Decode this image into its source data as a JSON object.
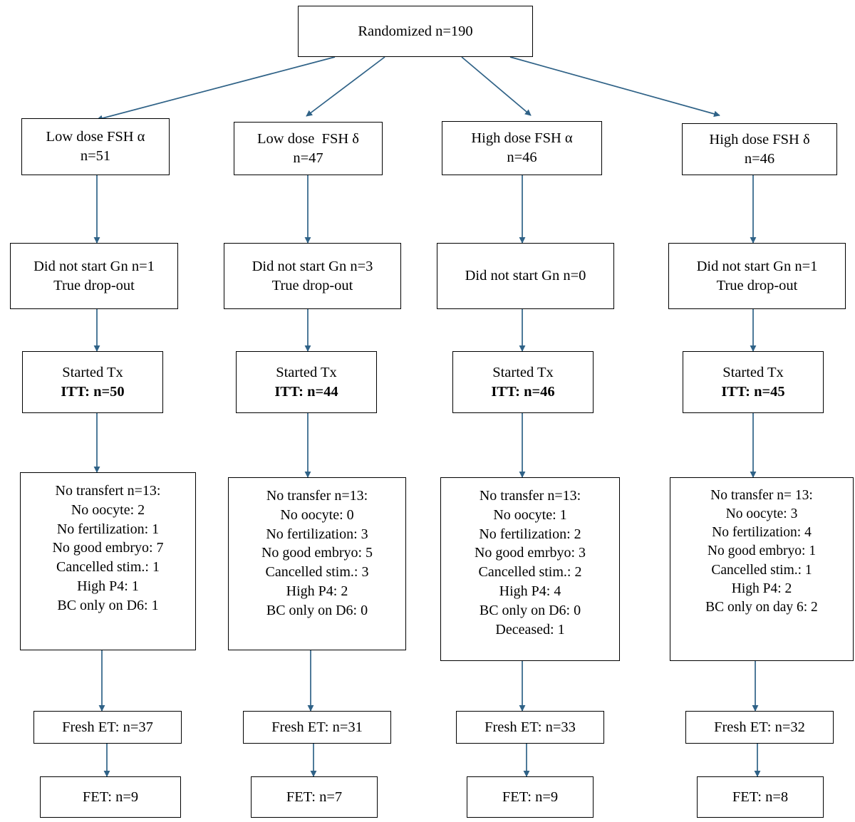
{
  "diagram": {
    "title": "CONSORT-style randomized trial flow diagram",
    "edge_color": "#2f6287",
    "box_border_color": "#000000",
    "background": "#ffffff"
  },
  "root": {
    "label": "Randomized n=190",
    "lines": [
      "Randomized n=190"
    ]
  },
  "arms": [
    {
      "id": "low-fsh-alpha",
      "group": {
        "lines": [
          "Low dose FSH α",
          "n=51"
        ]
      },
      "not_started": {
        "lines": [
          "Did not start Gn n=1",
          "True drop-out"
        ]
      },
      "started": {
        "lines": [
          "Started Tx",
          "ITT: n=50"
        ],
        "bold_lines": [
          1
        ]
      },
      "no_transfer": {
        "lines": [
          "No transfert n=13:",
          "No oocyte: 2",
          "No fertilization: 1",
          "No good embryo: 7",
          "Cancelled stim.: 1",
          "High P4: 1",
          "BC only on D6: 1"
        ]
      },
      "fresh_et": {
        "lines": [
          "Fresh ET: n=37"
        ]
      },
      "fet": {
        "lines": [
          "FET: n=9"
        ]
      }
    },
    {
      "id": "low-fsh-delta",
      "group": {
        "lines": [
          "Low dose  FSH δ",
          "n=47"
        ]
      },
      "not_started": {
        "lines": [
          "Did not start Gn n=3",
          "True drop-out"
        ]
      },
      "started": {
        "lines": [
          "Started Tx",
          "ITT: n=44"
        ],
        "bold_lines": [
          1
        ]
      },
      "no_transfer": {
        "lines": [
          "No transfer n=13:",
          "No oocyte: 0",
          "No fertilization: 3",
          "No good embryo: 5",
          "Cancelled stim.: 3",
          "High P4: 2",
          "BC only on D6: 0"
        ]
      },
      "fresh_et": {
        "lines": [
          "Fresh ET: n=31"
        ]
      },
      "fet": {
        "lines": [
          "FET: n=7"
        ]
      }
    },
    {
      "id": "high-fsh-alpha",
      "group": {
        "lines": [
          "High dose FSH α",
          "n=46"
        ]
      },
      "not_started": {
        "lines": [
          "Did not start Gn n=0"
        ]
      },
      "started": {
        "lines": [
          "Started Tx",
          "ITT: n=46"
        ],
        "bold_lines": [
          1
        ]
      },
      "no_transfer": {
        "lines": [
          "No transfer n=13:",
          "No oocyte: 1",
          "No fertilization: 2",
          "No good emrbyo: 3",
          "Cancelled stim.: 2",
          "High P4: 4",
          "BC only on D6: 0",
          "Deceased: 1"
        ]
      },
      "fresh_et": {
        "lines": [
          "Fresh ET: n=33"
        ]
      },
      "fet": {
        "lines": [
          "FET: n=9"
        ]
      }
    },
    {
      "id": "high-fsh-delta",
      "group": {
        "lines": [
          "High dose FSH δ",
          "n=46"
        ]
      },
      "not_started": {
        "lines": [
          "Did not start Gn n=1",
          "True drop-out"
        ]
      },
      "started": {
        "lines": [
          "Started Tx",
          "ITT: n=45"
        ],
        "bold_lines": [
          1
        ]
      },
      "no_transfer": {
        "lines": [
          "No transfer n= 13:",
          "No oocyte: 3",
          "No fertilization: 4",
          "No good embryo: 1",
          "Cancelled stim.: 1",
          "High P4: 2",
          "BC only on day 6: 2"
        ]
      },
      "fresh_et": {
        "lines": [
          "Fresh ET: n=32"
        ]
      },
      "fet": {
        "lines": [
          "FET: n=8"
        ]
      }
    }
  ]
}
